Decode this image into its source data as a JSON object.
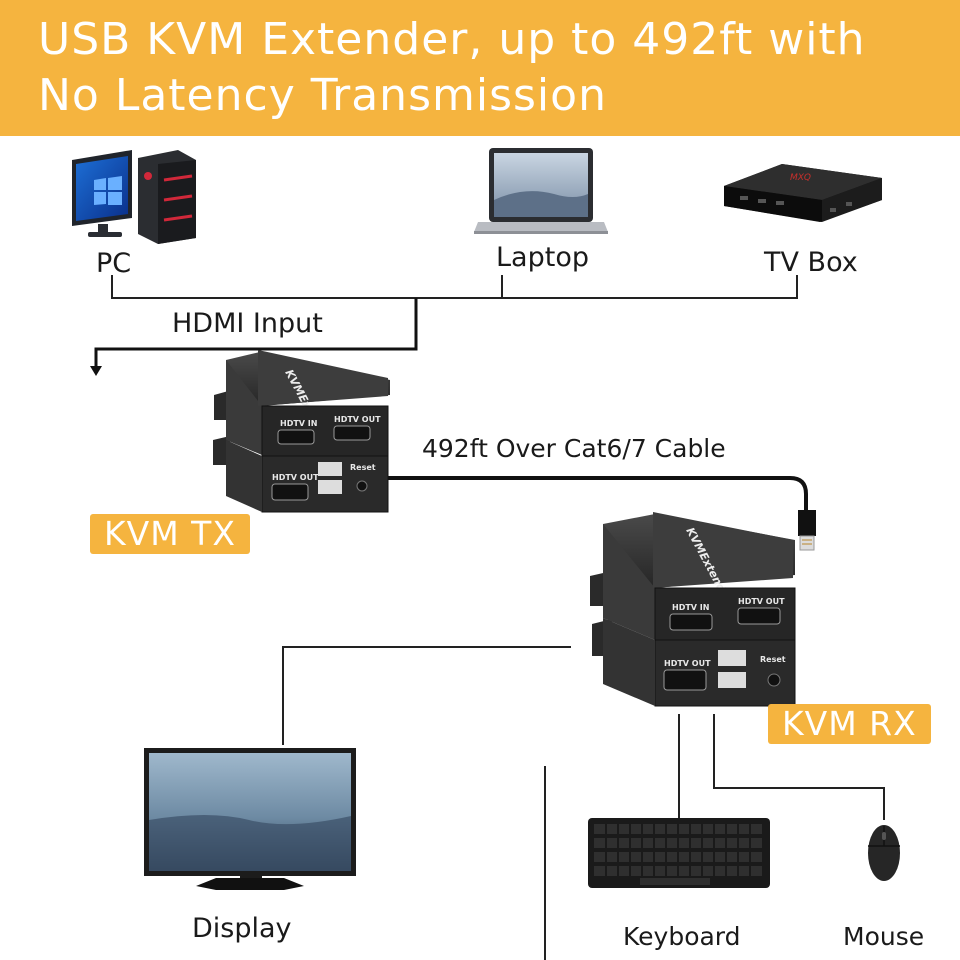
{
  "banner": {
    "title_line1": "USB KVM Extender, up to 492ft with",
    "title_line2": "No Latency Transmission",
    "color": "#f5b43f"
  },
  "sources": {
    "pc_label": "PC",
    "laptop_label": "Laptop",
    "tvbox_label": "TV Box"
  },
  "hdmi_input_label": "HDMI Input",
  "cable_label": "492ft Over Cat6/7 Cable",
  "tx": {
    "badge": "KVM TX",
    "brand": "KVMExtender",
    "port_in": "HDTV IN",
    "port_out_top": "HDTV OUT",
    "port_out_bottom": "HDTV OUT",
    "reset": "Reset"
  },
  "rx": {
    "badge": "KVM RX",
    "brand": "KVMExtender",
    "port_in": "HDTV IN",
    "port_out_top": "HDTV OUT",
    "port_out_bottom": "HDTV OUT",
    "reset": "Reset"
  },
  "outputs": {
    "display_label": "Display",
    "keyboard_label": "Keyboard",
    "mouse_label": "Mouse"
  }
}
